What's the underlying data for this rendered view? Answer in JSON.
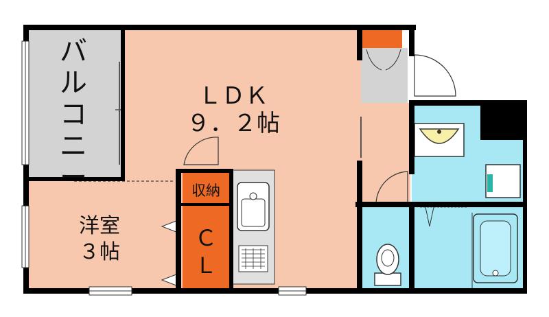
{
  "rooms": {
    "balcony": {
      "chars": [
        "バ",
        "ル",
        "コ",
        "ニ",
        "ー"
      ]
    },
    "ldk": {
      "name": "ＬＤＫ",
      "size": "９．２帖"
    },
    "western": {
      "name": "洋室",
      "size": "３帖"
    },
    "storage": {
      "name": "収納"
    },
    "closet": {
      "line1": "Ｃ",
      "line2": "Ｌ"
    }
  },
  "colors": {
    "wall": "#000000",
    "living_floor": "#f7c8ad",
    "balcony_floor": "#d3d3d3",
    "storage_orange": "#ee6a24",
    "wet_area": "#a8e8f4",
    "fixture_yellow": "#f8efa9",
    "kitchen_grey": "#e0e0e0"
  }
}
